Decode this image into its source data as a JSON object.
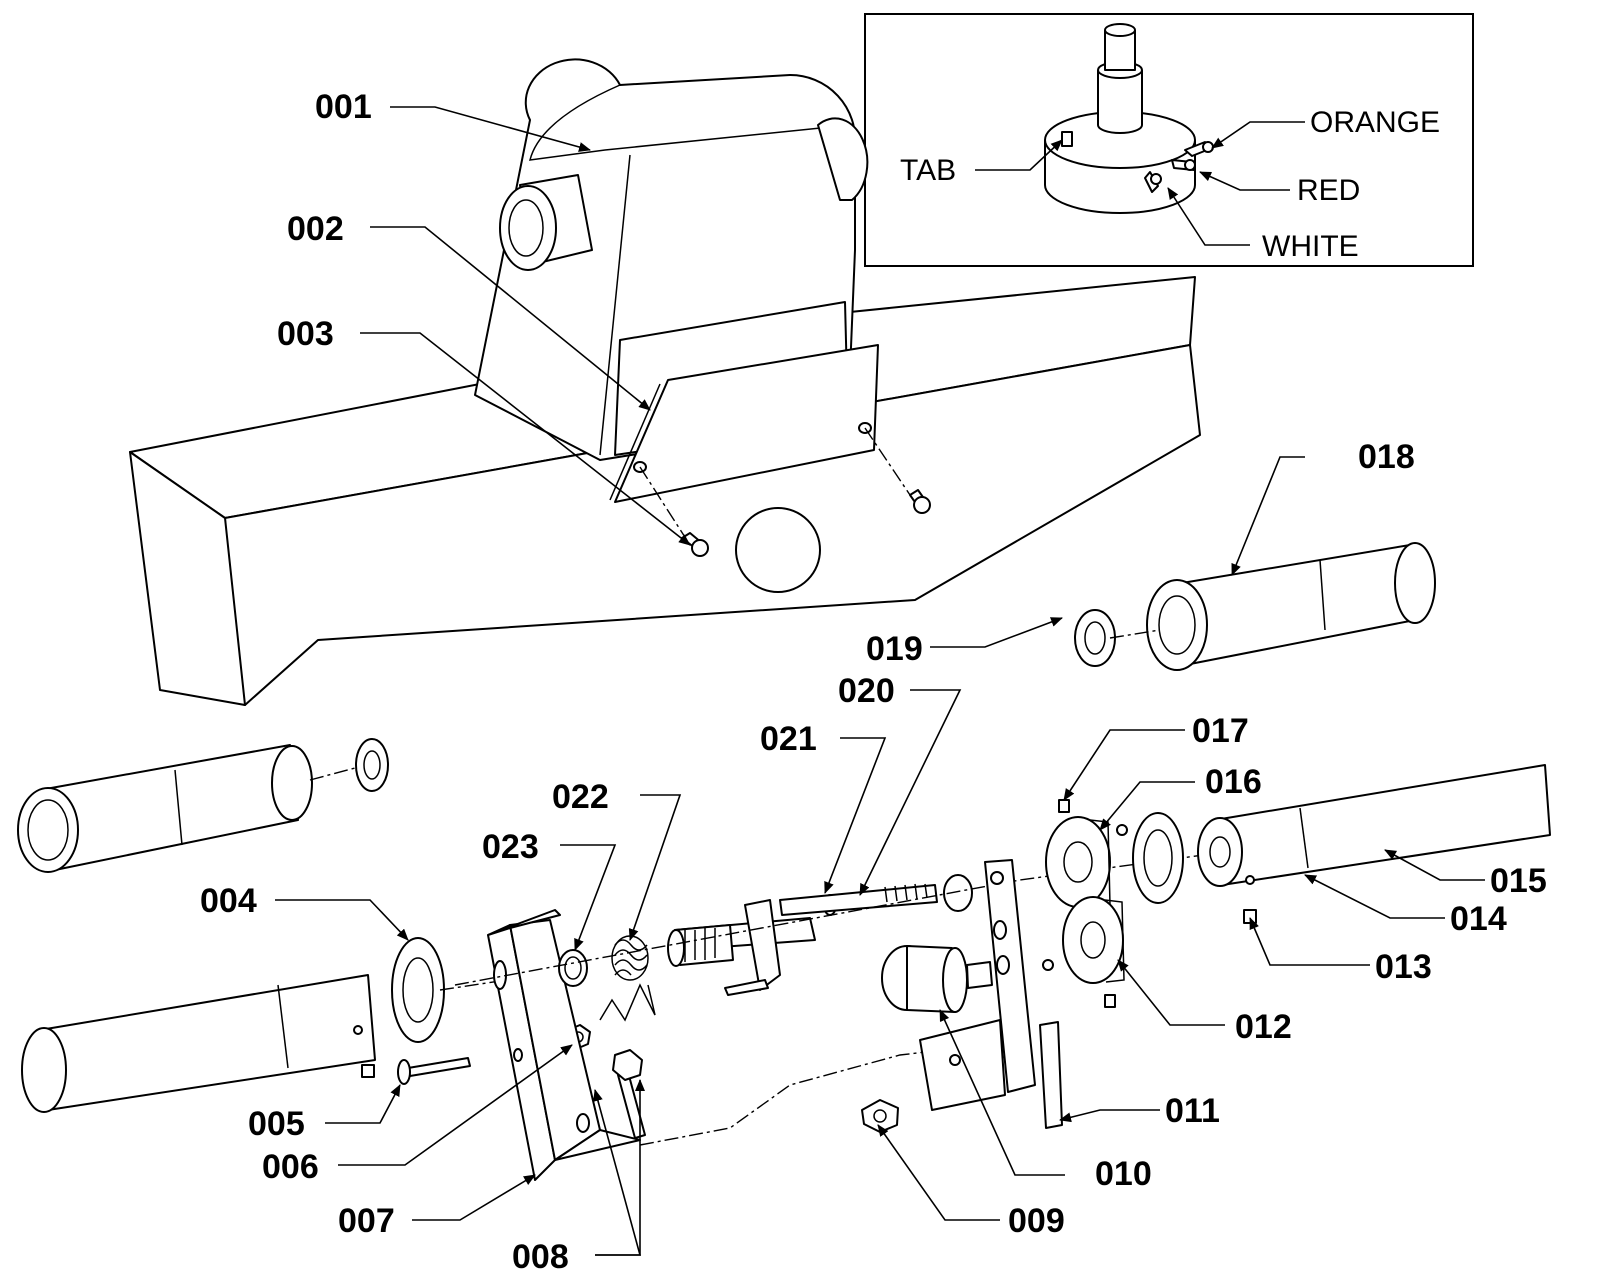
{
  "inset": {
    "labels": {
      "tab": "TAB",
      "orange": "ORANGE",
      "red": "RED",
      "white": "WHITE"
    }
  },
  "callouts": {
    "c001": "001",
    "c002": "002",
    "c003": "003",
    "c004": "004",
    "c005": "005",
    "c006": "006",
    "c007": "007",
    "c008": "008",
    "c009": "009",
    "c010": "010",
    "c011": "011",
    "c012": "012",
    "c013": "013",
    "c014": "014",
    "c015": "015",
    "c016": "016",
    "c017": "017",
    "c018": "018",
    "c019": "019",
    "c020": "020",
    "c021": "021",
    "c022": "022",
    "c023": "023"
  }
}
